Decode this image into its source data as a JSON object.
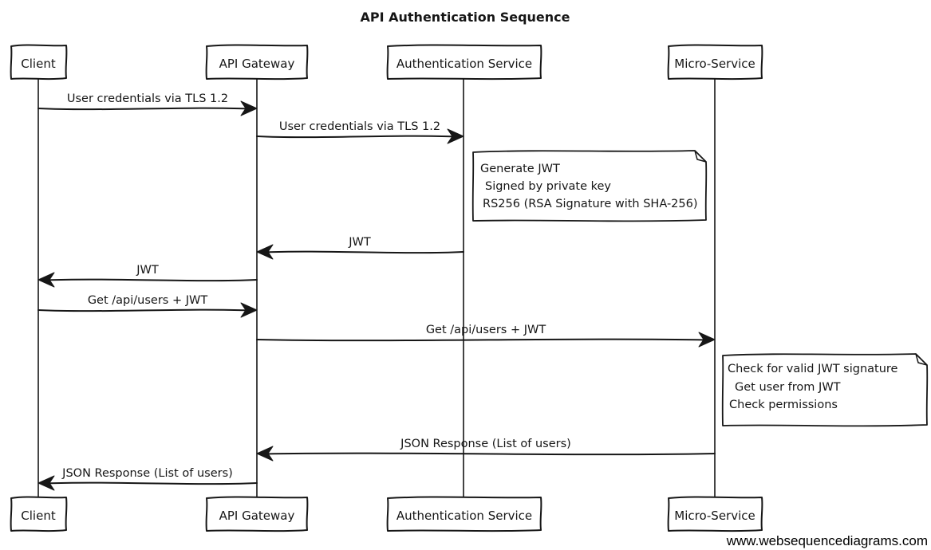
{
  "title": "API Authentication Sequence",
  "actors": [
    {
      "name": "Client"
    },
    {
      "name": "API Gateway"
    },
    {
      "name": "Authentication Service"
    },
    {
      "name": "Micro-Service"
    }
  ],
  "messages": [
    {
      "from": "Client",
      "to": "API Gateway",
      "direction": "right",
      "label": "User credentials via TLS 1.2"
    },
    {
      "from": "API Gateway",
      "to": "Authentication Service",
      "direction": "right",
      "label": "User credentials via TLS 1.2"
    },
    {
      "from": "Authentication Service",
      "to": "API Gateway",
      "direction": "left",
      "label": "JWT"
    },
    {
      "from": "API Gateway",
      "to": "Client",
      "direction": "left",
      "label": "JWT"
    },
    {
      "from": "Client",
      "to": "API Gateway",
      "direction": "right",
      "label": "Get /api/users + JWT"
    },
    {
      "from": "API Gateway",
      "to": "Micro-Service",
      "direction": "right",
      "label": "Get /api/users + JWT"
    },
    {
      "from": "Micro-Service",
      "to": "API Gateway",
      "direction": "left",
      "label": "JSON Response (List of users)"
    },
    {
      "from": "API Gateway",
      "to": "Client",
      "direction": "left",
      "label": "JSON Response (List of users)"
    }
  ],
  "notes": [
    {
      "over": "Authentication Service",
      "lines": [
        "Generate JWT",
        "Signed by private key",
        "RS256 (RSA Signature with SHA-256)"
      ]
    },
    {
      "over": "Micro-Service",
      "lines": [
        "Check for valid JWT signature",
        "Get user from JWT",
        "Check permissions"
      ]
    }
  ],
  "watermark": "www.websequencediagrams.com",
  "colors": {
    "ink": "#161616",
    "background": "#ffffff",
    "note_fill": "#ffffff"
  }
}
